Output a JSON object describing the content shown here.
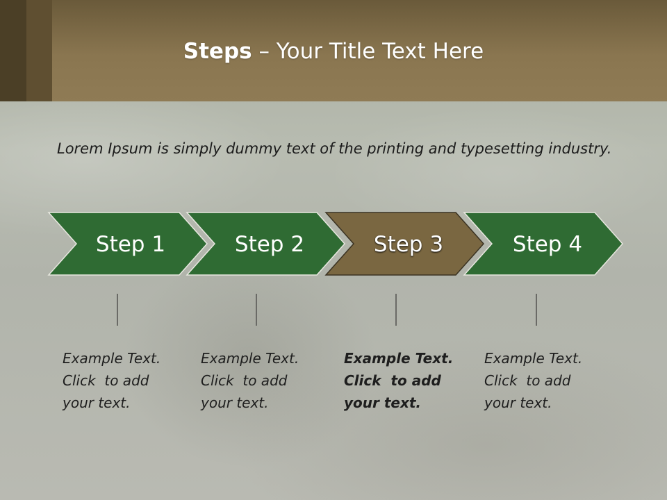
{
  "title": {
    "strong": "Steps",
    "rest": " – Your Title Text Here"
  },
  "intro": "Lorem Ipsum is simply dummy text of the printing and typesetting industry.",
  "steps": [
    {
      "label": "Step 1",
      "example": [
        "Example Text.",
        "Click  to add",
        "your text."
      ],
      "color": "#2f6b33"
    },
    {
      "label": "Step 2",
      "example": [
        "Example Text.",
        "Click  to add",
        "your text."
      ],
      "color": "#2f6b33"
    },
    {
      "label": "Step 3",
      "example": [
        "Example Text.",
        "Click  to add",
        "your text."
      ],
      "color": "#7a6741"
    },
    {
      "label": "Step 4",
      "example": [
        "Example Text.",
        "Click  to add",
        "your text."
      ],
      "color": "#2f6b33"
    }
  ],
  "colors": {
    "header": "#8a7650",
    "step_green": "#2f6b33",
    "step_brown": "#7a6741"
  }
}
